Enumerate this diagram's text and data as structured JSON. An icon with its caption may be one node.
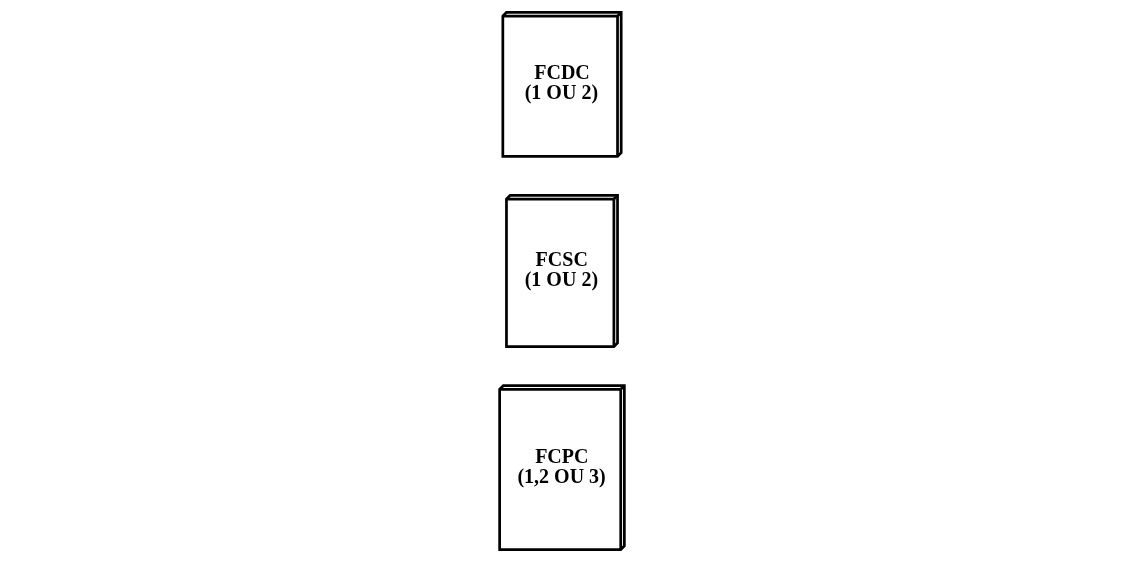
{
  "diagram": {
    "nodes": [
      {
        "text": [
          "FCPC",
          "(1,2 OU 3)"
        ]
      },
      {
        "text": [
          "FCSC",
          "(1 OU 2)"
        ]
      },
      {
        "text": [
          "FCDC",
          "(1 OU 2)"
        ]
      }
    ]
  }
}
